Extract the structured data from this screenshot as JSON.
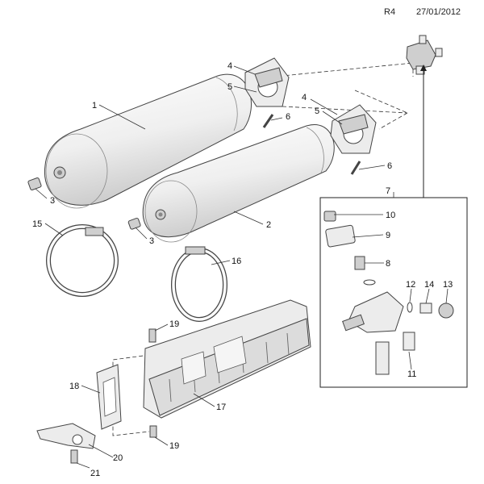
{
  "header": {
    "ref": "R4",
    "date": "27/01/2012"
  },
  "callouts": {
    "c1": "1",
    "c2": "2",
    "c3a": "3",
    "c3b": "3",
    "c4a": "4",
    "c4b": "4",
    "c5a": "5",
    "c5b": "5",
    "c6a": "6",
    "c6b": "6",
    "c7": "7",
    "c8": "8",
    "c9": "9",
    "c10": "10",
    "c11": "11",
    "c12": "12",
    "c13": "13",
    "c14": "14",
    "c15": "15",
    "c16": "16",
    "c17": "17",
    "c18": "18",
    "c19a": "19",
    "c19b": "19",
    "c20": "20",
    "c21": "21"
  }
}
